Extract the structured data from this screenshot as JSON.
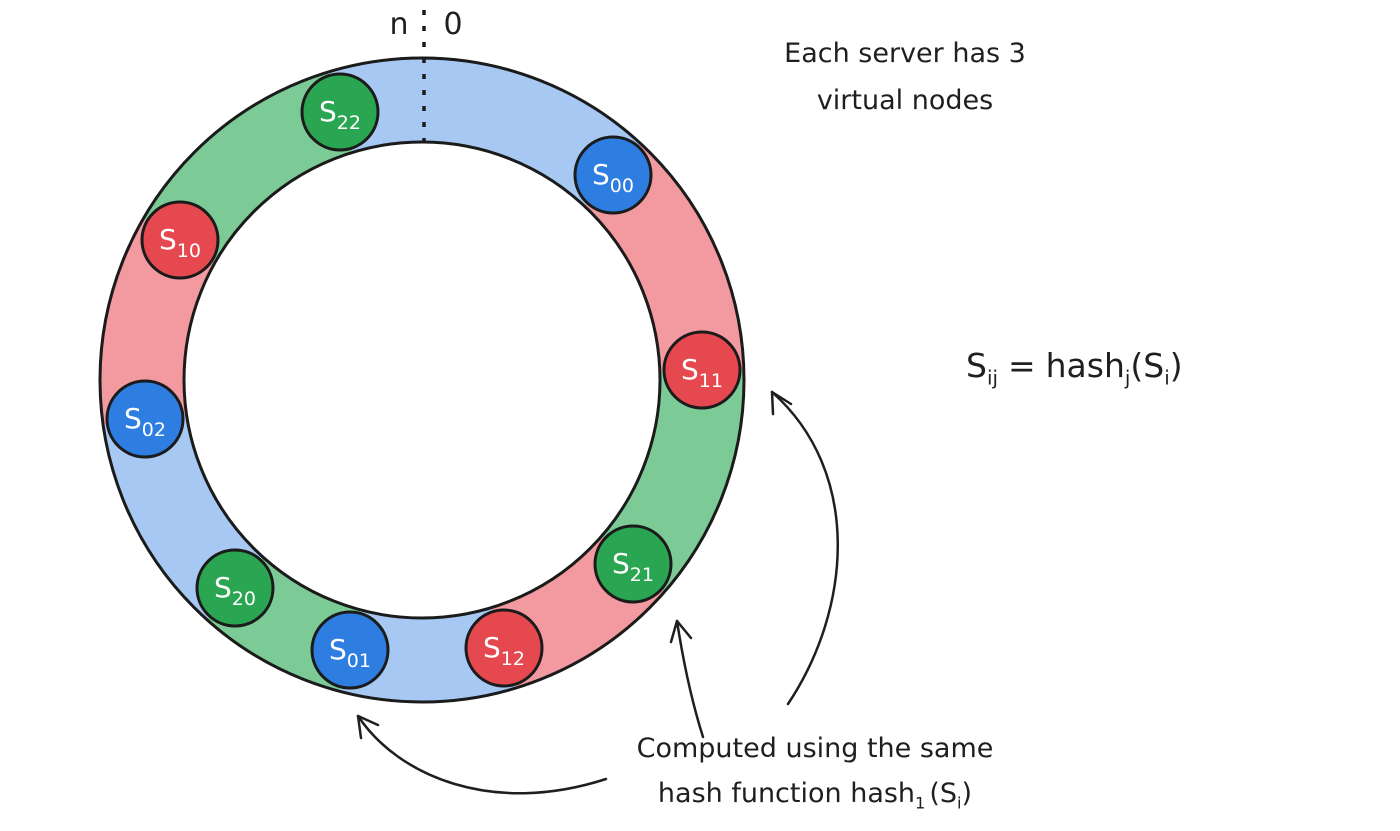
{
  "boundary": {
    "left_label": "n",
    "right_label": "0"
  },
  "title": {
    "line1": "Each server has 3",
    "line2": "virtual nodes"
  },
  "formula": {
    "term": "S",
    "term_sub": "ij",
    "equals": "=",
    "func": "hash",
    "func_sub": "j",
    "arg_open": "(S",
    "arg_sub": "i",
    "arg_close": ")"
  },
  "caption": {
    "line1": "Computed using the same",
    "line2_prefix": "hash function hash",
    "line2_sub": "1",
    "line2_arg_open": "(S",
    "line2_arg_sub": "i",
    "line2_arg_close": ")"
  },
  "colors": {
    "segment_blue": "#a6c8f2",
    "segment_red": "#f29aa0",
    "segment_green": "#7ccb97",
    "node_blue": "#2e7de1",
    "node_red": "#e5494f",
    "node_green": "#2aa551",
    "outline": "#1b1b1b",
    "node_label_text": "#ffffff"
  },
  "segments": [
    {
      "owner": "S00",
      "color": "#a6c8f2"
    },
    {
      "owner": "S11",
      "color": "#f29aa0"
    },
    {
      "owner": "S21",
      "color": "#7ccb97"
    },
    {
      "owner": "S12",
      "color": "#f29aa0"
    },
    {
      "owner": "S01",
      "color": "#a6c8f2"
    },
    {
      "owner": "S20",
      "color": "#7ccb97"
    },
    {
      "owner": "S02",
      "color": "#a6c8f2"
    },
    {
      "owner": "S10",
      "color": "#f29aa0"
    },
    {
      "owner": "S22",
      "color": "#7ccb97"
    }
  ],
  "nodes": [
    {
      "id": "S00",
      "label_main": "S",
      "label_sub": "00",
      "color": "#2e7de1"
    },
    {
      "id": "S11",
      "label_main": "S",
      "label_sub": "11",
      "color": "#e5494f"
    },
    {
      "id": "S21",
      "label_main": "S",
      "label_sub": "21",
      "color": "#2aa551"
    },
    {
      "id": "S12",
      "label_main": "S",
      "label_sub": "12",
      "color": "#e5494f"
    },
    {
      "id": "S01",
      "label_main": "S",
      "label_sub": "01",
      "color": "#2e7de1"
    },
    {
      "id": "S20",
      "label_main": "S",
      "label_sub": "20",
      "color": "#2aa551"
    },
    {
      "id": "S02",
      "label_main": "S",
      "label_sub": "02",
      "color": "#2e7de1"
    },
    {
      "id": "S10",
      "label_main": "S",
      "label_sub": "10",
      "color": "#e5494f"
    },
    {
      "id": "S22",
      "label_main": "S",
      "label_sub": "22",
      "color": "#2aa551"
    }
  ]
}
